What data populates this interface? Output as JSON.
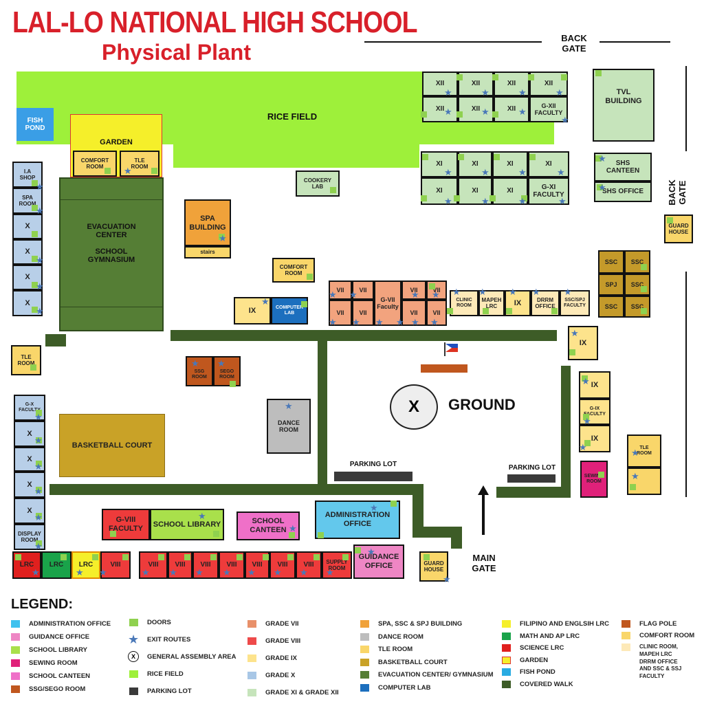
{
  "title": "LAL-LO NATIONAL HIGH SCHOOL",
  "subtitle": "Physical Plant",
  "back_gate_top": "BACK\nGATE",
  "back_gate_right": "BACK\nGATE",
  "main_gate": "MAIN\nGATE",
  "ground": "GROUND",
  "assembly_mark": "X",
  "colors": {
    "title": "#d8202a",
    "rice_field": "#9ef03a",
    "walk": "#3d5c27",
    "grade7": "#f2a37e",
    "grade8": "#ee3b3b",
    "grade9": "#fde38c",
    "grade10": "#b8cfe8",
    "grade11_12": "#c6e4bb",
    "admin": "#63c8ec",
    "door": "#8fd14f",
    "star": "#4a78b8"
  },
  "map": {
    "fish_pond": "FISH\nPOND",
    "rice_field": "RICE FIELD",
    "garden": "GARDEN",
    "comfort_room_1": "COMFORT\nROOM",
    "tle_room_1": "TLE\nROOM",
    "ia_shop": "I.A\nSHOP",
    "spa_room": "SPA\nROOM",
    "grade_x": "X",
    "evacuation": "EVACUATION\nCENTER\n\nSCHOOL\nGYMNASIUM",
    "spa_building": "SPA\nBUILDING",
    "stairs": "stairs",
    "cookery_lab": "COOKERY\nLAB",
    "comfort_room_2": "COMFORT\nROOM",
    "grade_ix": "IX",
    "computer_lab": "COMPUTER\nLAB",
    "grade_vii": "VII",
    "g7_faculty": "G-VII\nFaculty",
    "clinic": "CLINIC\nROOM",
    "mapeh": "MAPEH\nLRC",
    "drrm": "DRRM\nOFFICE",
    "ssc_spj_faculty": "SSC/SPJ\nFACULTY",
    "ssc": "SSC",
    "spj": "SPJ",
    "grade_xii": "XII",
    "g12_faculty": "G-XII\nFACULTY",
    "grade_xi": "XI",
    "g11_faculty": "G-XI\nFACULTY",
    "tvl": "TVL\nBUILDING",
    "shs_canteen": "SHS\nCANTEEN",
    "shs_office": "SHS OFFICE",
    "guard_house_1": "GUARD\nHOUSE",
    "tle_room_2": "TLE\nROOM",
    "ssg_room": "SSG\nROOM",
    "sego_room": "SEGO\nROOM",
    "dance_room": "DANCE\nROOM",
    "g10_faculty": "G-X\nFACULTY",
    "basketball": "BASKETBALL COURT",
    "display_room": "DISPLAY\nROOM",
    "g9_faculty": "G-IX\nFACULTY",
    "tle_room_3": "TLE\nROOM",
    "sewing_room": "SEWING\nROOM",
    "parking_1": "PARKING LOT",
    "parking_2": "PARKING LOT",
    "g8_faculty": "G-VIII\nFACULTY",
    "school_library": "SCHOOL LIBRARY",
    "school_canteen": "SCHOOL\nCANTEEN",
    "admin_office": "ADMINISTRATION\nOFFICE",
    "lrc": "LRC",
    "grade_viii": "VIII",
    "supply_room": "SUPPLY\nROOM",
    "guidance_office": "GUIDANCE\nOFFICE",
    "guard_house_2": "GUARD\nHOUSE"
  },
  "legend": {
    "heading": "LEGEND:",
    "col1": [
      {
        "label": "ADMINISTRATION OFFICE",
        "color": "#3ec1ee"
      },
      {
        "label": "GUIDANCE OFFICE",
        "color": "#ee86c4"
      },
      {
        "label": "SCHOOL LIBRARY",
        "color": "#a9e04b"
      },
      {
        "label": "SEWING ROOM",
        "color": "#e0217a"
      },
      {
        "label": "SCHOOL CANTEEN",
        "color": "#ef70c8"
      },
      {
        "label": "SSG/SEGO ROOM",
        "color": "#c0571e"
      }
    ],
    "col2": [
      {
        "label": "DOORS",
        "color": "#8fd14f"
      },
      {
        "label": "EXIT ROUTES",
        "icon": "star"
      },
      {
        "label": "GENERAL ASSEMBLY AREA",
        "icon": "assembly"
      },
      {
        "label": "RICE FIELD",
        "color": "#9ef03a"
      },
      {
        "label": "PARKING LOT",
        "color": "#3a3a3a"
      }
    ],
    "col3": [
      {
        "label": "GRADE VII",
        "color": "#e8906a"
      },
      {
        "label": "GRADE VIII",
        "color": "#ee4a4a"
      },
      {
        "label": "GRADE IX",
        "color": "#fde38c"
      },
      {
        "label": "GRADE X",
        "color": "#a8c7e6"
      },
      {
        "label": "GRADE XI & GRADE XII",
        "color": "#c6e4bb"
      }
    ],
    "col4": [
      {
        "label": "SPA, SSC & SPJ BUILDING",
        "color": "#f0a23a"
      },
      {
        "label": "DANCE ROOM",
        "color": "#bdbdbd"
      },
      {
        "label": "TLE ROOM",
        "color": "#f9d66a"
      },
      {
        "label": "BASKETBALL COURT",
        "color": "#c9a227"
      },
      {
        "label": "EVACUATION CENTER/ GYMNASIUM",
        "color": "#557e35"
      },
      {
        "label": "COMPUTER LAB",
        "color": "#1c6fbe"
      }
    ],
    "col5": [
      {
        "label": "FILIPINO AND ENGLSIH LRC",
        "color": "#f5ef2a"
      },
      {
        "label": "MATH AND AP LRC",
        "color": "#1aa34a"
      },
      {
        "label": "SCIENCE LRC",
        "color": "#e0201e"
      },
      {
        "label": "GARDEN",
        "color": "#f5ef2a",
        "outlined": true
      },
      {
        "label": "FISH POND",
        "color": "#29abe2"
      },
      {
        "label": "COVERED WALK",
        "color": "#3d5c27"
      }
    ],
    "col6": [
      {
        "label": "FLAG POLE",
        "color": "#c0571e"
      },
      {
        "label": "COMFORT ROOM",
        "color": "#f9d66a"
      },
      {
        "label": "CLINIC ROOM,\nMAPEH LRC\nDRRM OFFICE\nAND SSC & SSJ FACULTY",
        "color": "#fde9b8"
      }
    ]
  }
}
